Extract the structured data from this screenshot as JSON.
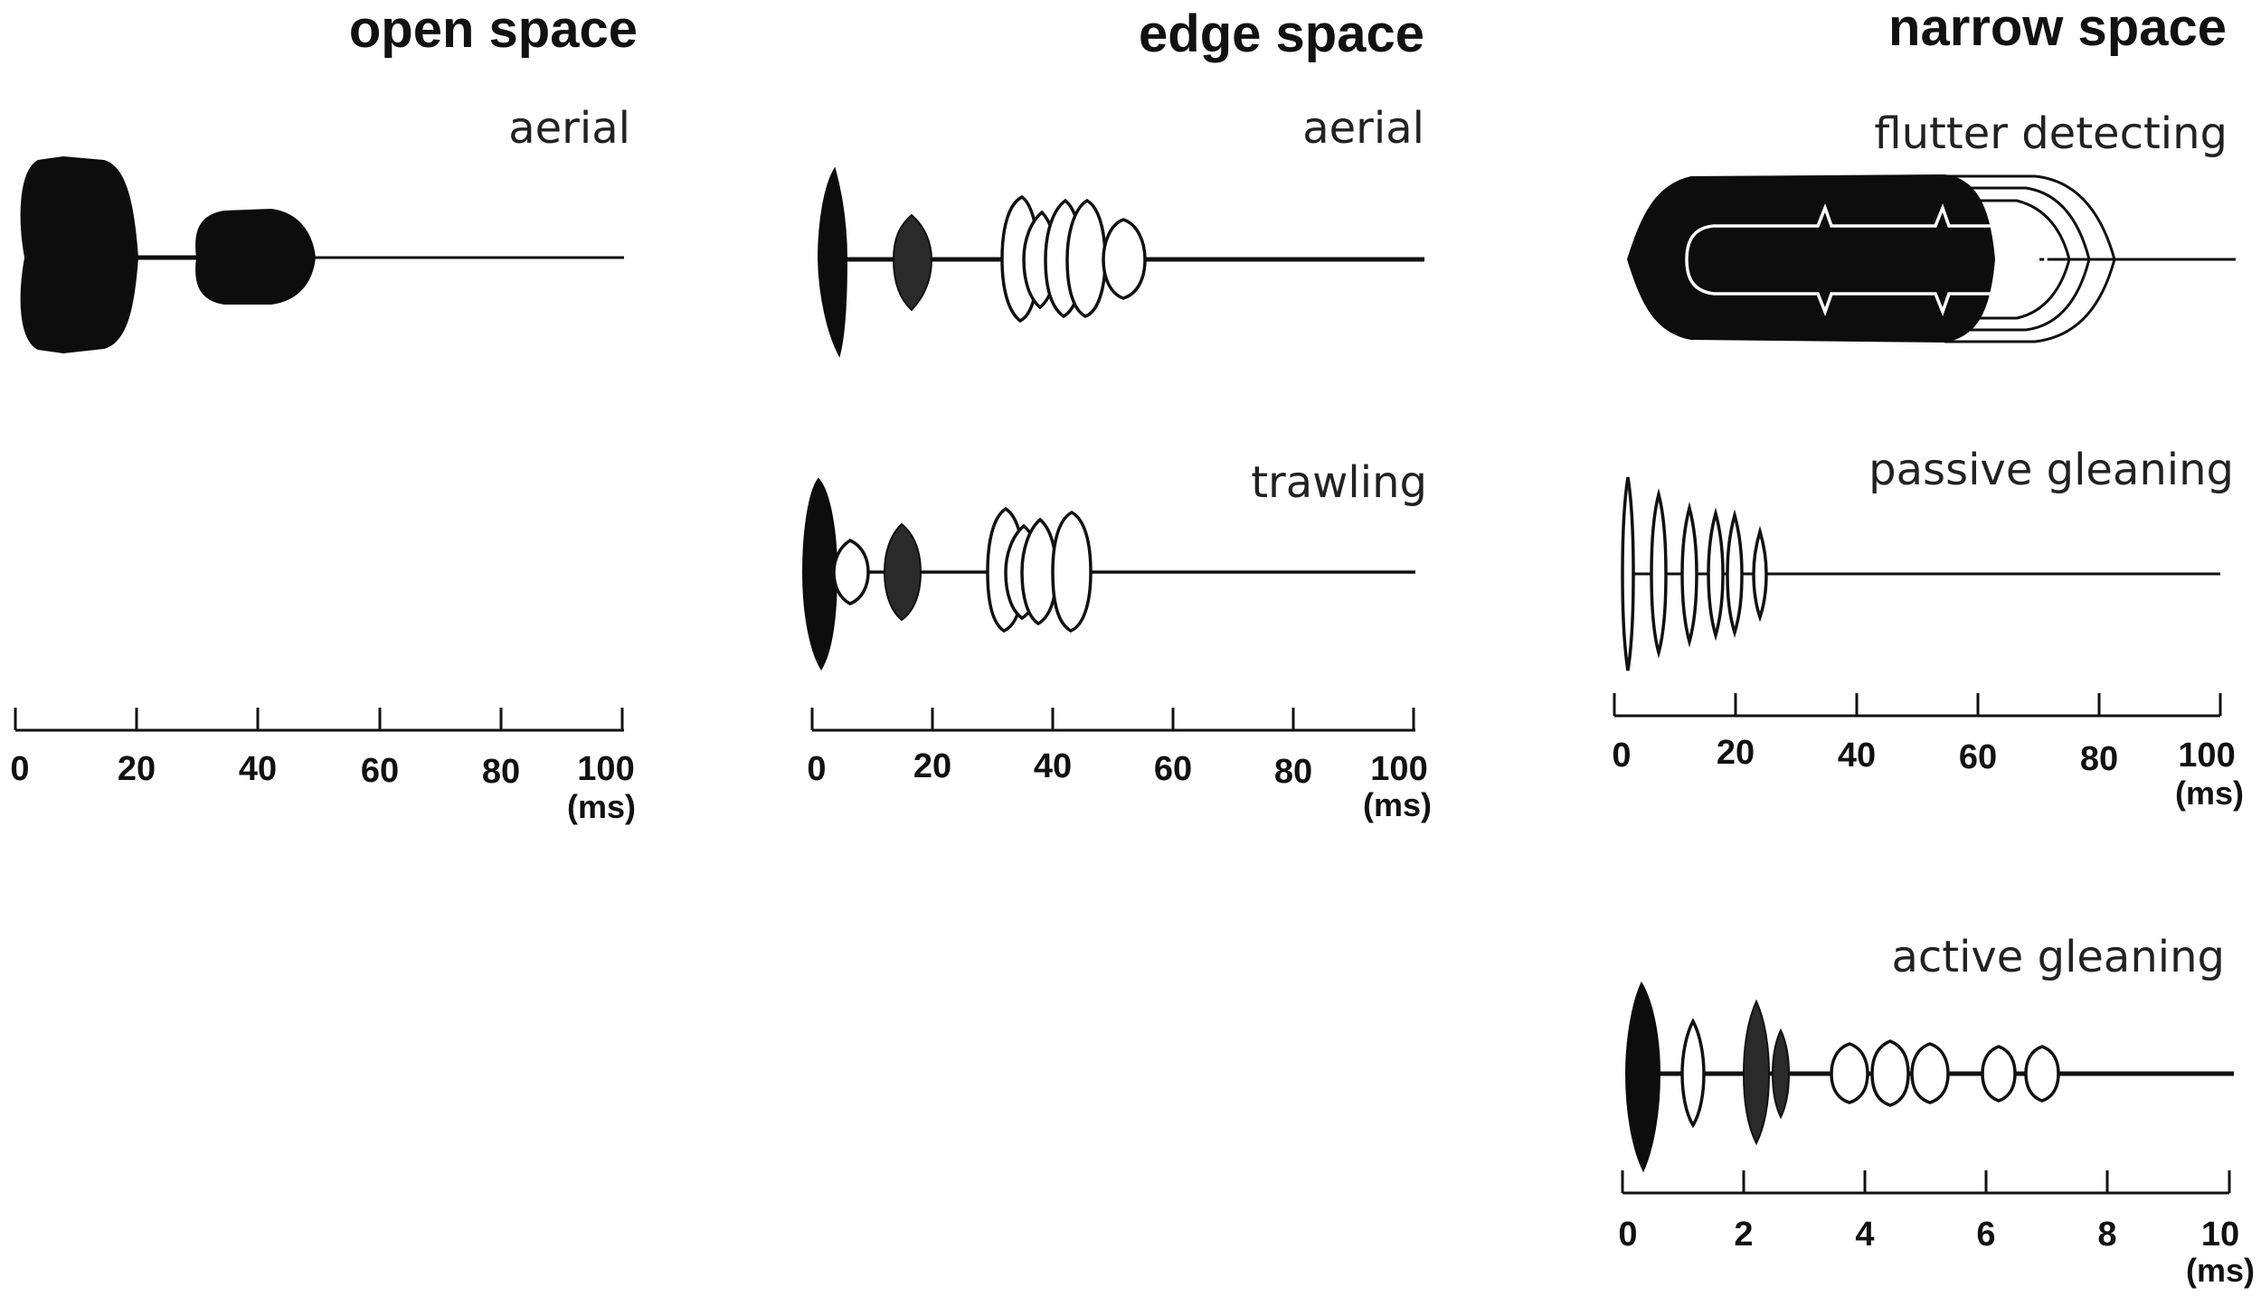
{
  "columns": [
    {
      "title": "open space",
      "panels": [
        {
          "label": "aerial",
          "pulses": [
            {
              "start": 0,
              "end": 20,
              "rel_amp": 1.0,
              "style": "solid"
            },
            {
              "start": 30,
              "end": 49,
              "rel_amp": 0.5,
              "style": "solid"
            }
          ]
        }
      ],
      "axis": {
        "ticks": [
          "0",
          "20",
          "40",
          "60",
          "80",
          "100"
        ],
        "unit": "(ms)",
        "min": 0,
        "max": 100
      }
    },
    {
      "title": "edge space",
      "panels": [
        {
          "label": "aerial",
          "pulses": [
            {
              "start": 1,
              "end": 5,
              "rel_amp": 1.0,
              "style": "solid"
            },
            {
              "start": 14,
              "end": 20,
              "rel_amp": 0.5,
              "style": "dark"
            },
            {
              "start": 32,
              "end": 37,
              "rel_amp": 0.6,
              "style": "hollow"
            },
            {
              "start": 35,
              "end": 40,
              "rel_amp": 0.5,
              "style": "hollow"
            },
            {
              "start": 38,
              "end": 43,
              "rel_amp": 0.6,
              "style": "hollow"
            },
            {
              "start": 42,
              "end": 48,
              "rel_amp": 0.6,
              "style": "hollow"
            },
            {
              "start": 48,
              "end": 55,
              "rel_amp": 0.4,
              "style": "hollow"
            }
          ]
        },
        {
          "label": "trawling",
          "pulses": [
            {
              "start": -1,
              "end": 4,
              "rel_amp": 1.0,
              "style": "solid"
            },
            {
              "start": 4,
              "end": 9,
              "rel_amp": 0.3,
              "style": "hollow"
            },
            {
              "start": 12,
              "end": 18,
              "rel_amp": 0.5,
              "style": "dark"
            },
            {
              "start": 29,
              "end": 35,
              "rel_amp": 0.65,
              "style": "hollow"
            },
            {
              "start": 33,
              "end": 38,
              "rel_amp": 0.5,
              "style": "hollow"
            },
            {
              "start": 36,
              "end": 41,
              "rel_amp": 0.55,
              "style": "hollow"
            },
            {
              "start": 40,
              "end": 46,
              "rel_amp": 0.65,
              "style": "hollow"
            }
          ]
        }
      ],
      "axis": {
        "ticks": [
          "0",
          "20",
          "40",
          "60",
          "80",
          "100"
        ],
        "unit": "(ms)",
        "min": 0,
        "max": 100
      }
    },
    {
      "title": "narrow space",
      "panels": [
        {
          "label": "flutter detecting",
          "pulses": [
            {
              "start": 0,
              "end": 75,
              "rel_amp": 1.0,
              "style": "long-call"
            }
          ]
        },
        {
          "label": "passive gleaning",
          "pulses": [
            {
              "start": 0,
              "end": 1.5,
              "rel_amp": 1.0,
              "style": "thin-hollow"
            },
            {
              "start": 5.2,
              "end": 7,
              "rel_amp": 0.75,
              "style": "thin-hollow"
            },
            {
              "start": 10.5,
              "end": 12.5,
              "rel_amp": 0.55,
              "style": "thin-hollow"
            },
            {
              "start": 15.5,
              "end": 17,
              "rel_amp": 0.5,
              "style": "thin-hollow"
            },
            {
              "start": 18.5,
              "end": 20,
              "rel_amp": 0.45,
              "style": "thin-hollow"
            },
            {
              "start": 23,
              "end": 24.5,
              "rel_amp": 0.25,
              "style": "thin-hollow"
            }
          ]
        }
      ],
      "axis": {
        "ticks": [
          "0",
          "20",
          "40",
          "60",
          "80",
          "100"
        ],
        "unit": "(ms)",
        "min": 0,
        "max": 100
      }
    },
    {
      "title": "",
      "panels": [
        {
          "label": "active gleaning",
          "pulses": [
            {
              "start": 0.0,
              "end": 0.45,
              "rel_amp": 1.0,
              "style": "solid"
            },
            {
              "start": 1.05,
              "end": 1.35,
              "rel_amp": 0.55,
              "style": "hollow"
            },
            {
              "start": 2.05,
              "end": 2.4,
              "rel_amp": 0.8,
              "style": "dark"
            },
            {
              "start": 2.5,
              "end": 2.75,
              "rel_amp": 0.35,
              "style": "dark"
            },
            {
              "start": 3.65,
              "end": 4.0,
              "rel_amp": 0.3,
              "style": "hollow"
            },
            {
              "start": 4.3,
              "end": 4.7,
              "rel_amp": 0.3,
              "style": "hollow"
            },
            {
              "start": 4.95,
              "end": 5.4,
              "rel_amp": 0.25,
              "style": "hollow"
            },
            {
              "start": 6.05,
              "end": 6.45,
              "rel_amp": 0.25,
              "style": "hollow"
            },
            {
              "start": 6.8,
              "end": 7.2,
              "rel_amp": 0.25,
              "style": "hollow"
            }
          ]
        }
      ],
      "axis": {
        "ticks": [
          "0",
          "2",
          "4",
          "6",
          "8",
          "10"
        ],
        "unit": "(ms)",
        "min": 0,
        "max": 10
      }
    }
  ]
}
